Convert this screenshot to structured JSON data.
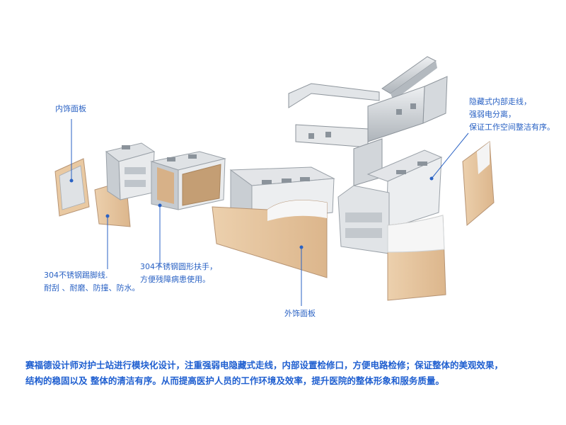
{
  "labels": {
    "inner_panel": "内饰面板",
    "hidden_wiring": [
      "隐藏式内部走线，",
      "强弱电分离，",
      "保证工作空间整洁有序。"
    ],
    "kickline": [
      "304不锈钢踢脚线.",
      "耐刮 、耐磨、防撞、防水。"
    ],
    "handrail": [
      "304不锈钢圆形扶手，",
      "方便残障病患使用。"
    ],
    "outer_panel": "外饰面板"
  },
  "caption": [
    "赛福德设计师对护士站进行模块化设计，注重强弱电隐藏式走线，内部设置检修口，方便电路检修；保证整体的美观效果，",
    "结构的稳固以及 整体的清洁有序。从而提高医护人员的工作环境及效率，提升医院的整体形象和服务质量。"
  ],
  "colors": {
    "callout": "#2a62c4",
    "caption": "#1f5fd0",
    "wood": "#e8c9a3",
    "white_panel": "#f4f4f4",
    "steel": "#c9cdd2"
  }
}
